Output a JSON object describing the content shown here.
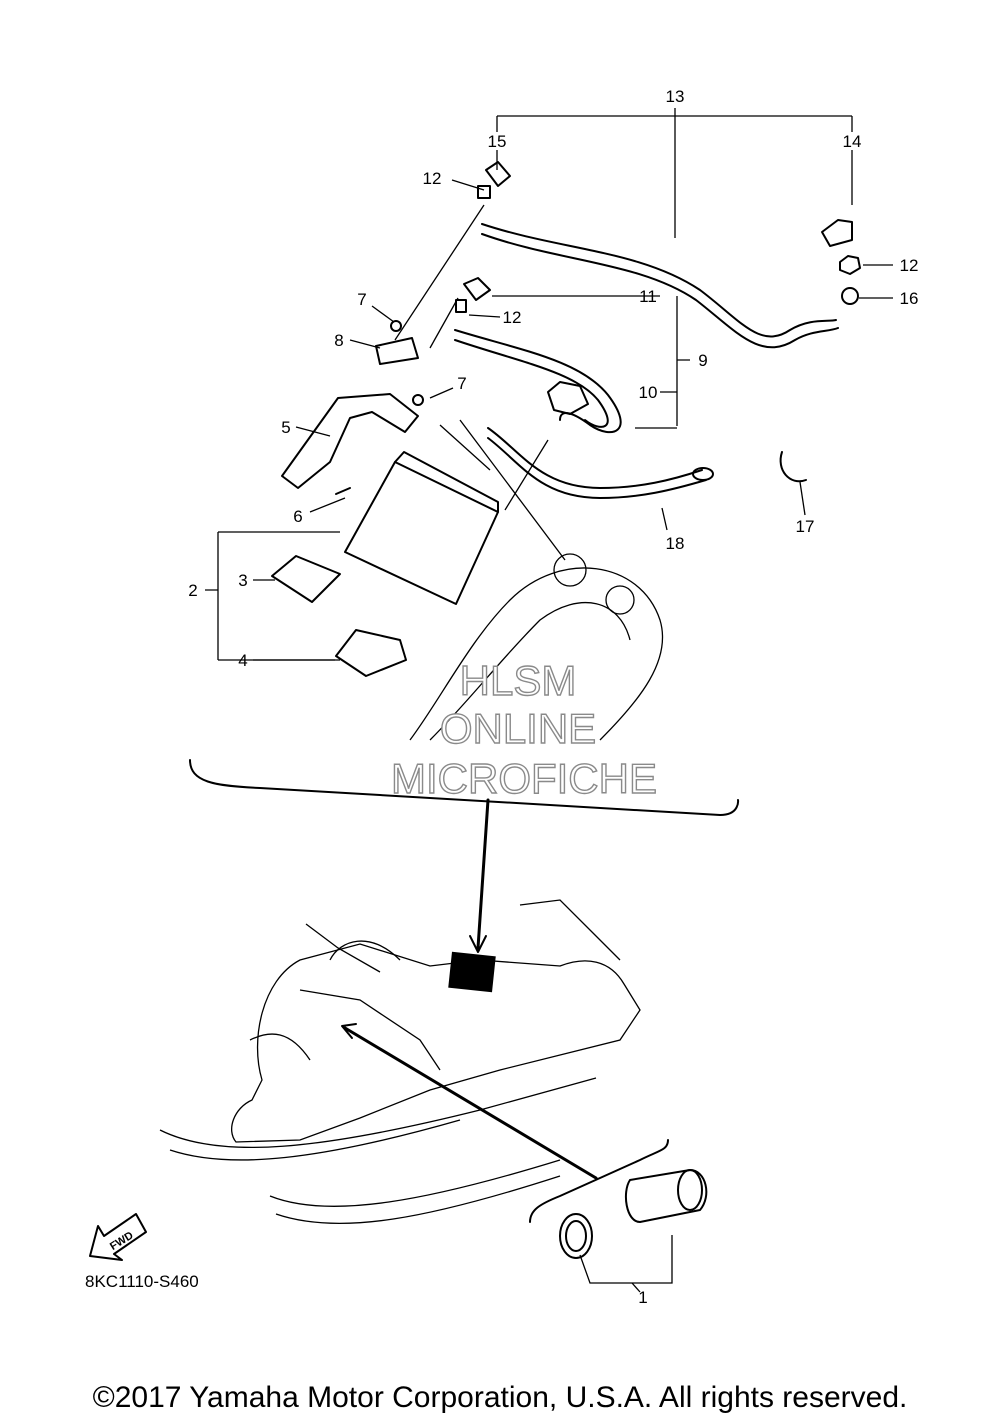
{
  "diagram": {
    "code": "8KC1110-S460",
    "fwd_label": "FWD",
    "copyright": "©2017 Yamaha Motor Corporation, U.S.A. All rights reserved.",
    "watermark": {
      "line1": "HLSM",
      "line2": "ONLINE",
      "line3": "MICROFICHE"
    },
    "callouts": {
      "c1": "1",
      "c2": "2",
      "c3": "3",
      "c4": "4",
      "c5": "5",
      "c6": "6",
      "c7a": "7",
      "c7b": "7",
      "c8": "8",
      "c9": "9",
      "c10": "10",
      "c11": "11",
      "c12a": "12",
      "c12b": "12",
      "c12c": "12",
      "c13": "13",
      "c14": "14",
      "c15": "15",
      "c16": "16",
      "c17": "17",
      "c18": "18"
    }
  }
}
